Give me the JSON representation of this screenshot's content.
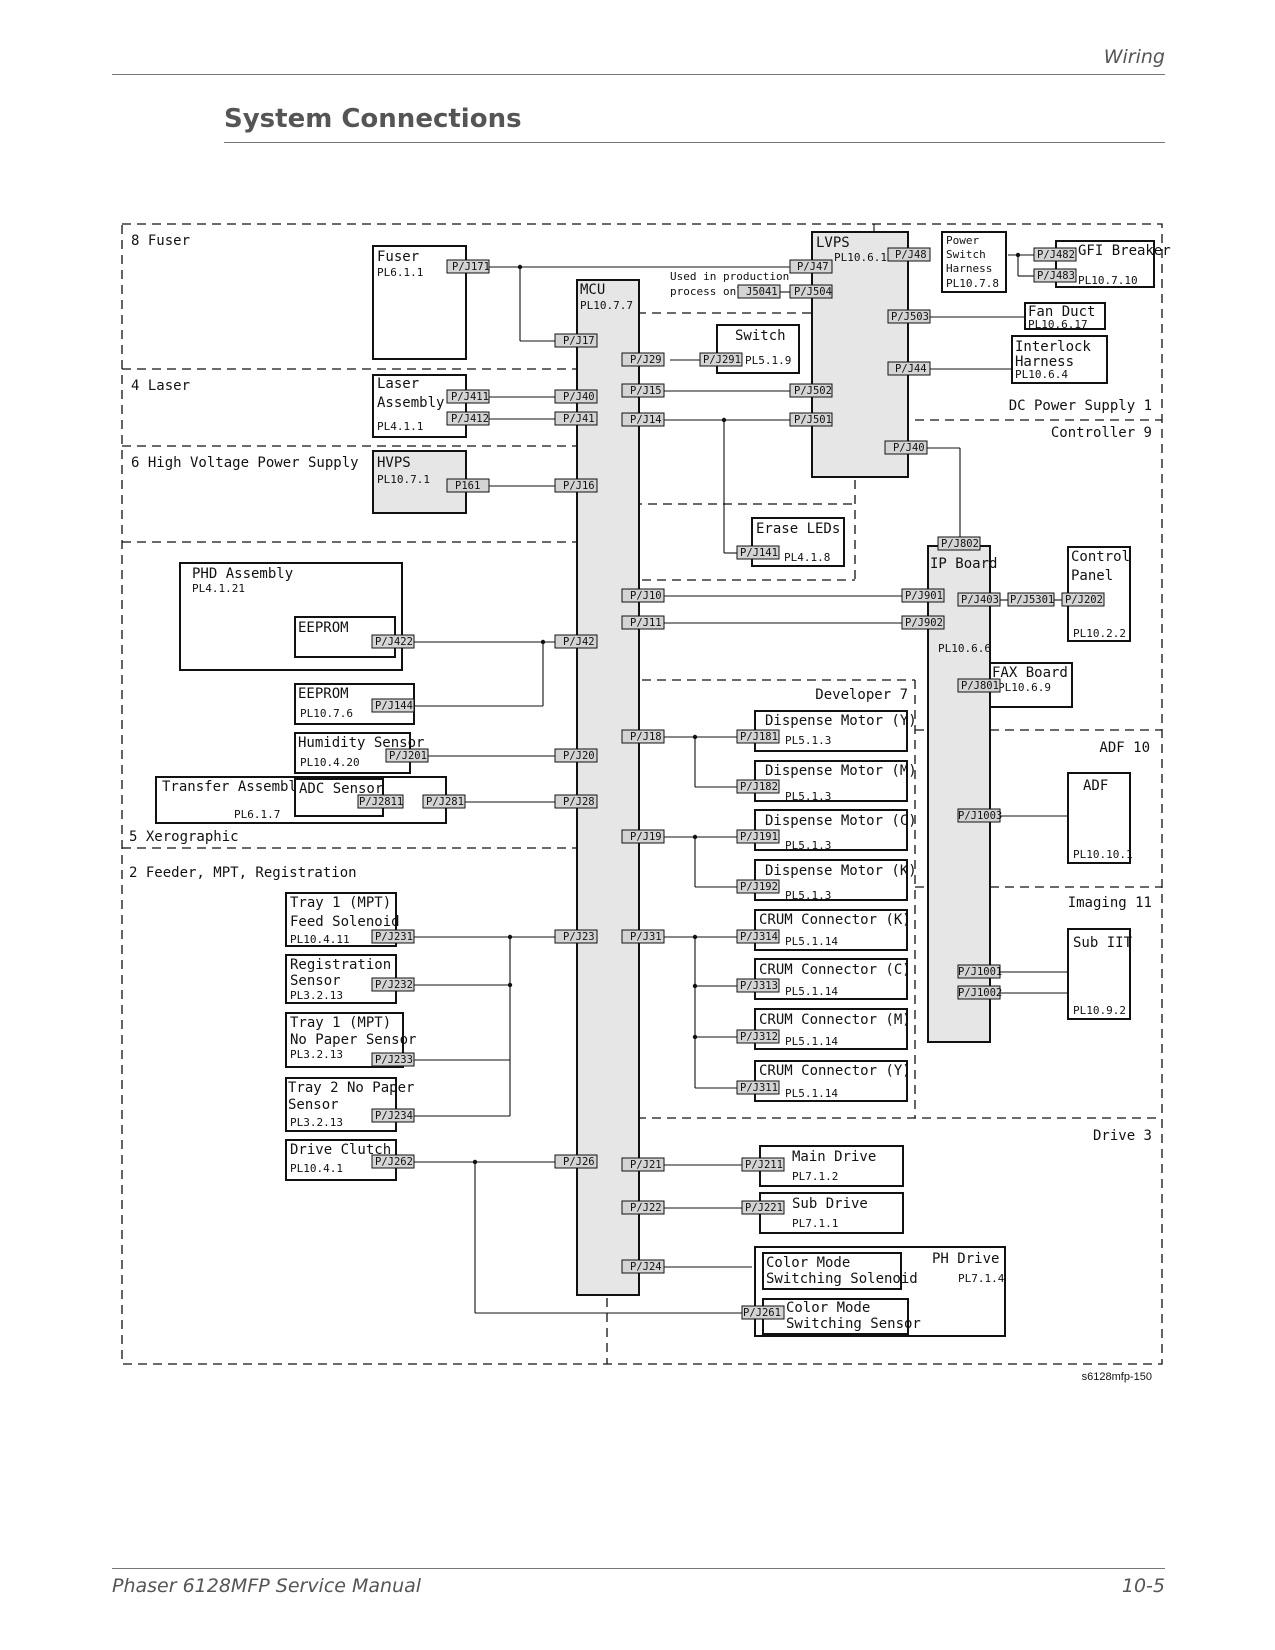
{
  "header": {
    "section": "Wiring"
  },
  "page_title": "System Connections",
  "footer": {
    "manual": "Phaser 6128MFP Service Manual",
    "page": "10-5"
  },
  "figure_id": "s6128mfp-150",
  "production_note": [
    "Used in production",
    "process only"
  ],
  "regions": {
    "fuser": "8  Fuser",
    "laser": "4  Laser",
    "hvps": "6  High Voltage Power Supply",
    "xerographic": "5  Xerographic",
    "feeder": "2  Feeder, MPT, Registration",
    "dc_power": "DC Power Supply   1",
    "controller": "Controller  9",
    "developer": "Developer  7",
    "adf": "ADF   10",
    "imaging": "Imaging  11",
    "drive": "Drive  3"
  },
  "components": {
    "fuser": {
      "name": "Fuser",
      "pl": "PL6.1.1"
    },
    "laser": {
      "name": [
        "Laser",
        "Assembly"
      ],
      "pl": "PL4.1.1"
    },
    "hvps": {
      "name": "HVPS",
      "pl": "PL10.7.1"
    },
    "mcu": {
      "name": "MCU",
      "pl": "PL10.7.7"
    },
    "lvps": {
      "name": "LVPS",
      "pl": "PL10.6.16"
    },
    "power_switch": {
      "name": [
        "Power",
        "Switch",
        "Harness"
      ],
      "pl": "PL10.7.8"
    },
    "gfi": {
      "name": "GFI Breaker",
      "pl": "PL10.7.10"
    },
    "fan": {
      "name": "Fan Duct",
      "pl": "PL10.6.17"
    },
    "interlock": {
      "name": [
        "Interlock",
        "Harness"
      ],
      "pl": "PL10.6.4"
    },
    "switch": {
      "name": "Switch",
      "pl": "PL5.1.9"
    },
    "erase": {
      "name": "Erase LEDs",
      "pl": "PL4.1.8"
    },
    "phd": {
      "name": "PHD Assembly",
      "pl": "PL4.1.21"
    },
    "eeprom1": {
      "name": "EEPROM"
    },
    "eeprom2": {
      "name": "EEPROM",
      "pl": "PL10.7.6"
    },
    "humidity": {
      "name": "Humidity Sensor",
      "pl": "PL10.4.20"
    },
    "transfer": {
      "name": "Transfer Assembly",
      "pl": "PL6.1.7"
    },
    "adc": {
      "name": "ADC Sensor"
    },
    "ipboard": {
      "name": "IP Board",
      "pl": "PL10.6.6"
    },
    "control_panel": {
      "name": [
        "Control",
        "Panel"
      ],
      "pl": "PL10.2.2"
    },
    "fax": {
      "name": "FAX Board",
      "pl": "PL10.6.9"
    },
    "adf_unit": {
      "name": "ADF",
      "pl": "PL10.10.1"
    },
    "sub_iit": {
      "name": "Sub IIT",
      "pl": "PL10.9.2"
    },
    "disp_y": {
      "name": "Dispense Motor (Y)",
      "pl": "PL5.1.3"
    },
    "disp_m": {
      "name": "Dispense Motor (M)",
      "pl": "PL5.1.3"
    },
    "disp_c": {
      "name": "Dispense Motor (C)",
      "pl": "PL5.1.3"
    },
    "disp_k": {
      "name": "Dispense Motor (K)",
      "pl": "PL5.1.3"
    },
    "crum_k": {
      "name": "CRUM Connector (K)",
      "pl": "PL5.1.14"
    },
    "crum_c": {
      "name": "CRUM Connector (C)",
      "pl": "PL5.1.14"
    },
    "crum_m": {
      "name": "CRUM Connector (M)",
      "pl": "PL5.1.14"
    },
    "crum_y": {
      "name": "CRUM Connector (Y)",
      "pl": "PL5.1.14"
    },
    "tray1_sol": {
      "name": [
        "Tray 1 (MPT)",
        "Feed Solenoid"
      ],
      "pl": "PL10.4.11"
    },
    "reg": {
      "name": [
        "Registration",
        "Sensor"
      ],
      "pl": "PL3.2.13"
    },
    "tray1_np": {
      "name": [
        "Tray 1 (MPT)",
        "No Paper Sensor"
      ],
      "pl": "PL3.2.13"
    },
    "tray2_np": {
      "name": [
        "Tray 2 No Paper",
        "Sensor"
      ],
      "pl": "PL3.2.13"
    },
    "clutch": {
      "name": "Drive Clutch",
      "pl": "PL10.4.1"
    },
    "main_drive": {
      "name": "Main Drive",
      "pl": "PL7.1.2"
    },
    "sub_drive": {
      "name": "Sub Drive",
      "pl": "PL7.1.1"
    },
    "ph_drive": {
      "name": "PH Drive",
      "pl": "PL7.1.4"
    },
    "cm_sol": {
      "name": [
        "Color Mode",
        "Switching Solenoid"
      ]
    },
    "cm_sensor": {
      "name": [
        "Color Mode",
        "Switching Sensor"
      ]
    }
  },
  "connectors": {
    "pj171": "P/J171",
    "pj17": "P/J17",
    "pj411": "P/J411",
    "pj412": "P/J412",
    "pj40m": "P/J40",
    "pj41": "P/J41",
    "p161": "P161",
    "pj16": "P/J16",
    "pj47": "P/J47",
    "j5041": "J5041",
    "pj504": "P/J504",
    "pj48": "P/J48",
    "pj482": "P/J482",
    "pj483": "P/J483",
    "pj503": "P/J503",
    "pj44": "P/J44",
    "pj502": "P/J502",
    "pj501": "P/J501",
    "pj40l": "P/J40",
    "pj29": "P/J29",
    "pj291": "P/J291",
    "pj15": "P/J15",
    "pj14": "P/J14",
    "pj141": "P/J141",
    "pj10": "P/J10",
    "pj11": "P/J11",
    "pj802": "P/J802",
    "pj901": "P/J901",
    "pj902": "P/J902",
    "pj403": "P/J403",
    "pj5301": "P/J5301",
    "pj202": "P/J202",
    "pj801": "P/J801",
    "pj1003": "P/J1003",
    "pj1001": "P/J1001",
    "pj1002": "P/J1002",
    "pj422": "P/J422",
    "pj42": "P/J42",
    "pj144": "P/J144",
    "pj201": "P/J201",
    "pj20": "P/J20",
    "pj2811": "P/J2811",
    "pj281": "P/J281",
    "pj28": "P/J28",
    "pj18": "P/J18",
    "pj181": "P/J181",
    "pj182": "P/J182",
    "pj19": "P/J19",
    "pj191": "P/J191",
    "pj192": "P/J192",
    "pj31": "P/J31",
    "pj314": "P/J314",
    "pj313": "P/J313",
    "pj312": "P/J312",
    "pj311": "P/J311",
    "pj231": "P/J231",
    "pj232": "P/J232",
    "pj233": "P/J233",
    "pj234": "P/J234",
    "pj23": "P/J23",
    "pj262": "P/J262",
    "pj26": "P/J26",
    "pj21": "P/J21",
    "pj211": "P/J211",
    "pj22": "P/J22",
    "pj221": "P/J221",
    "pj24": "P/J24",
    "pj261": "P/J261"
  },
  "colors": {
    "line": "#111111",
    "connector_fill": "#d4d4d4",
    "board_fill": "#e6e6e6",
    "muted_text": "#555555"
  }
}
